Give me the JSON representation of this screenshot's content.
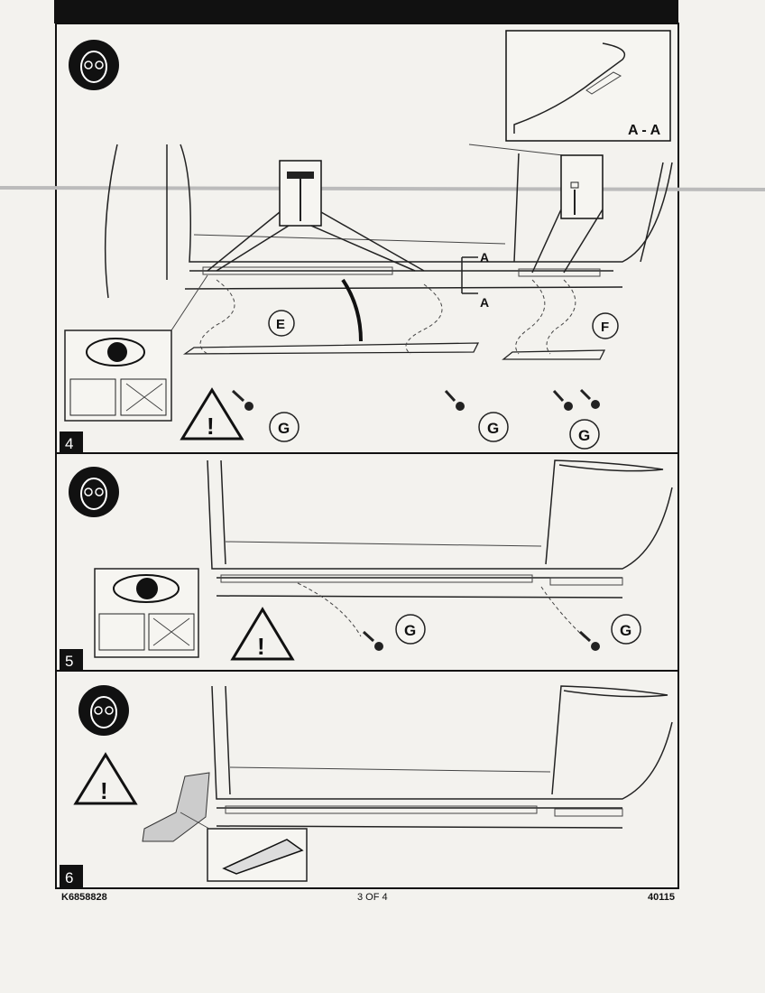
{
  "document": {
    "steps": [
      {
        "number": "4",
        "labels": {
          "part_e": "E",
          "part_f": "F",
          "screw": "G",
          "section_marker": "A",
          "section_view": "A - A"
        }
      },
      {
        "number": "5",
        "labels": {
          "screw": "G"
        }
      },
      {
        "number": "6"
      }
    ],
    "icons": [
      "safety-glasses-icon",
      "warning-icon",
      "eye-inspect-icon",
      "hammer-icon",
      "utility-knife-icon",
      "screw-icon"
    ],
    "footer": {
      "part_number": "K6858828",
      "page": "3 OF 4",
      "code": "40115"
    }
  }
}
